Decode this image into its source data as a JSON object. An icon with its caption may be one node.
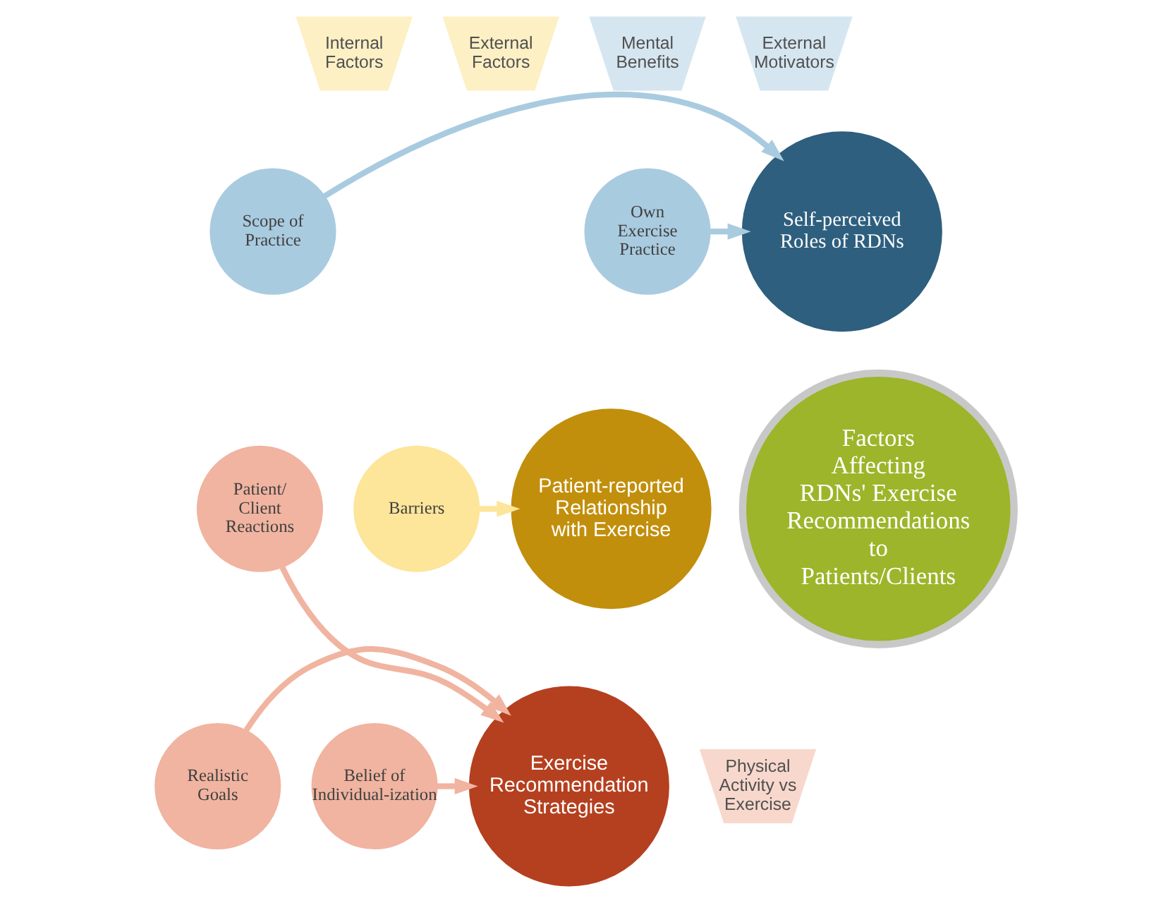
{
  "diagram": {
    "nodes": [
      {
        "text": [
          "Factors Affecting RDNs' Exercise Recommendations to Patients/Clients"
        ]
      },
      {
        "text": [
          "Self-perceived Roles of RDNs"
        ]
      },
      {
        "text": [
          "Scope of Practice"
        ]
      },
      {
        "text": [
          "Own Exercise Practice"
        ]
      },
      {
        "text": [
          "Mental Benefits"
        ]
      },
      {
        "text": [
          "External Motivators"
        ]
      },
      {
        "text": [
          "Patient-reported Relationship with Exercise"
        ]
      },
      {
        "text": [
          "Barriers"
        ]
      },
      {
        "text": [
          "Internal Factors"
        ]
      },
      {
        "text": [
          "External Factors"
        ]
      },
      {
        "text": [
          "Exercise Recommendation Strategies"
        ]
      },
      {
        "text": [
          "Patient/ Client Reactions"
        ]
      },
      {
        "text": [
          "Belief of Individual-ization"
        ]
      },
      {
        "text": [
          "Realistic Goals"
        ]
      },
      {
        "text": [
          "Physical Activity vs Exercise"
        ]
      }
    ],
    "edges": [
      {
        "from": 2,
        "to": 1,
        "arrow": "to",
        "color": "#a9cbe0"
      },
      {
        "from": 3,
        "to": 1,
        "arrow": "to",
        "color": "#a9cbe0"
      },
      {
        "from": 7,
        "to": 6,
        "arrow": "to",
        "color": "#fde59a"
      },
      {
        "from": 11,
        "to": 10,
        "arrow": "to",
        "color": "#f0b4a0"
      },
      {
        "from": 12,
        "to": 10,
        "arrow": "to",
        "color": "#f0b4a0"
      },
      {
        "from": 13,
        "to": 10,
        "arrow": "to",
        "color": "#f0b4a0"
      }
    ]
  }
}
